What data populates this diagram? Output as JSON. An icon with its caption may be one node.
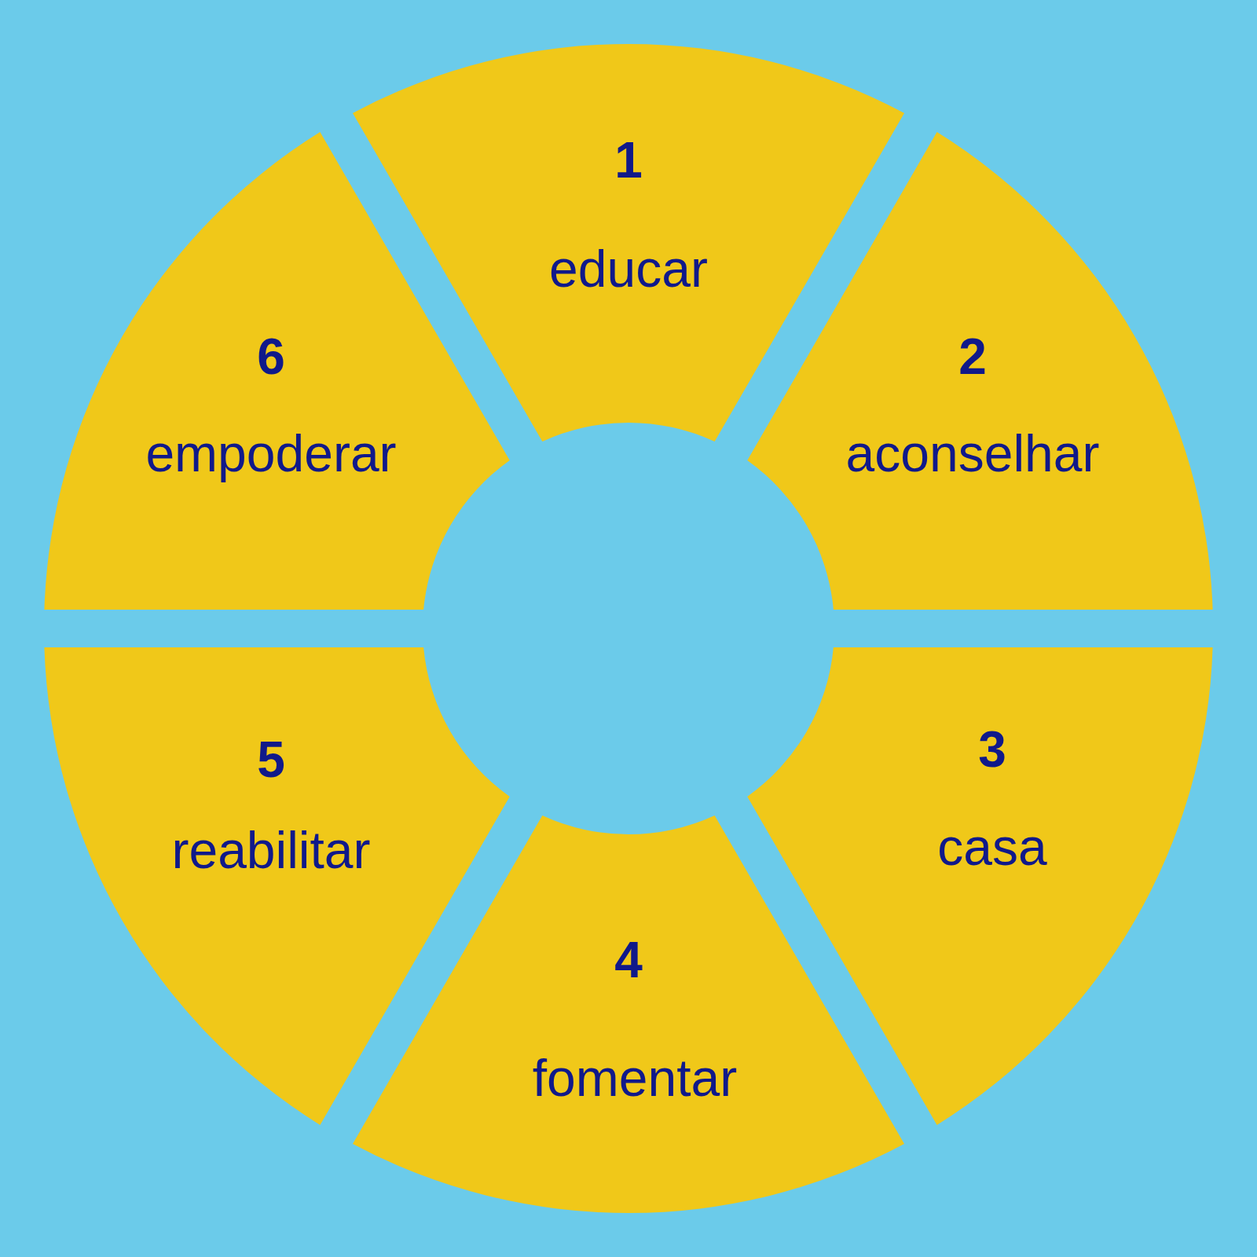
{
  "diagram": {
    "nodes": [
      {
        "text": [
          "1",
          "educar"
        ]
      },
      {
        "text": [
          "2",
          "aconselhar"
        ]
      },
      {
        "text": [
          "3",
          "casa"
        ]
      },
      {
        "text": [
          "4",
          "fomentar"
        ]
      },
      {
        "text": [
          "5",
          "reabilitar"
        ]
      },
      {
        "text": [
          "6",
          "empoderar"
        ]
      }
    ]
  }
}
